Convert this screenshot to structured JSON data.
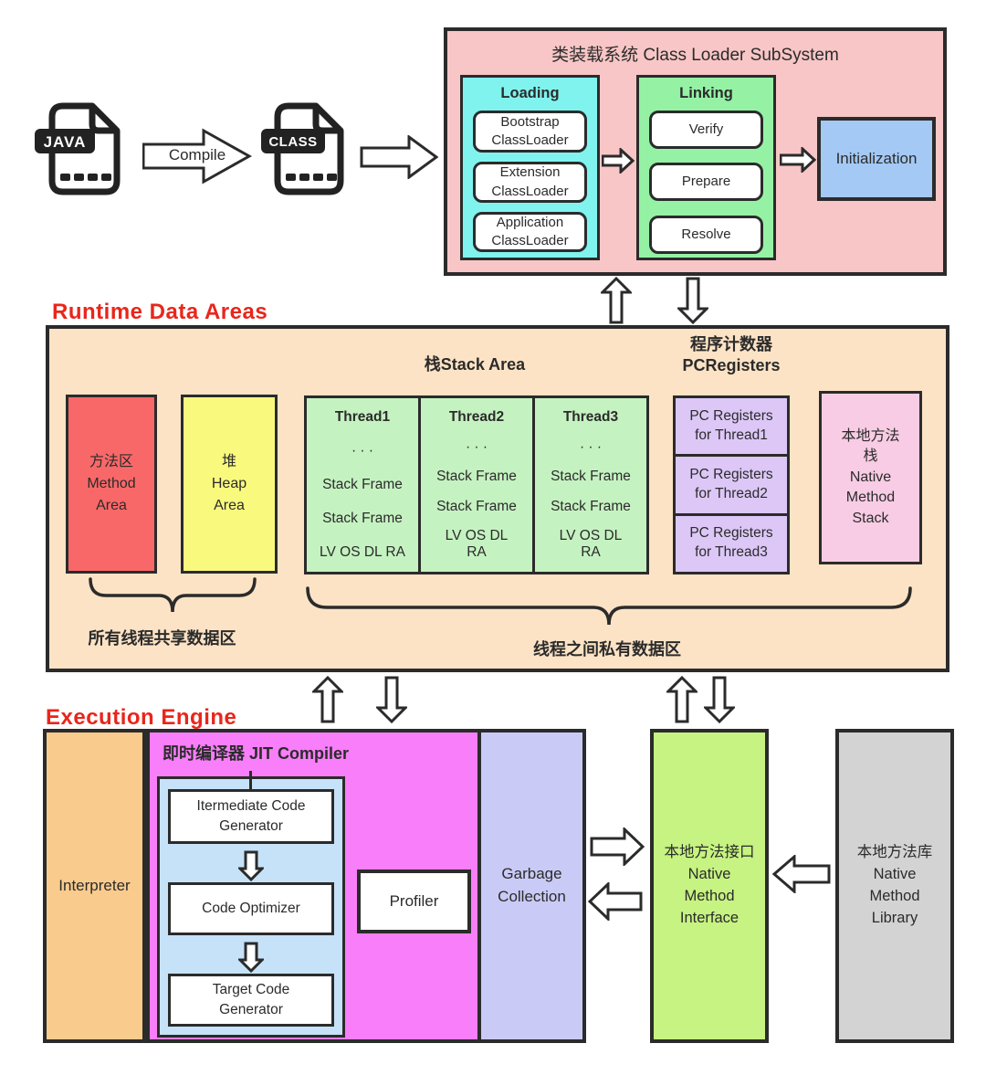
{
  "colors": {
    "border": "#2b2b2b",
    "heading_red": "#e9261b",
    "class_loader_bg": "#f8c6c6",
    "loading_bg": "#80f3ef",
    "linking_bg": "#95f2a5",
    "initialization_bg": "#a4c9f4",
    "runtime_bg": "#fce3c5",
    "method_area_bg": "#f96868",
    "heap_area_bg": "#f9f97e",
    "thread_bg": "#c5f2c1",
    "pc_registers_bg": "#dcc7f7",
    "native_stack_bg": "#f8cce4",
    "interpreter_bg": "#f9cb8d",
    "jit_bg": "#f97ef9",
    "jit_inner_bg": "#c6e2f8",
    "garbage_bg": "#cacaf6",
    "native_interface_bg": "#c6f381",
    "native_library_bg": "#d3d3d3"
  },
  "pipeline": {
    "java_badge": "JAVA",
    "class_badge": "CLASS",
    "compile_label": "Compile"
  },
  "class_loader": {
    "title": "类装载系统 Class Loader SubSystem",
    "loading_title": "Loading",
    "loading_items": [
      "Bootstrap\nClassLoader",
      "Extension\nClassLoader",
      "Application\nClassLoader"
    ],
    "linking_title": "Linking",
    "linking_items": [
      "Verify",
      "Prepare",
      "Resolve"
    ],
    "initialization_label": "Initialization"
  },
  "runtime": {
    "title": "Runtime Data Areas",
    "stack_area_label": "栈Stack Area",
    "pc_registers_title": "程序计数器\nPCRegisters",
    "method_area": "方法区\nMethod\nArea",
    "heap_area": "堆\nHeap\nArea",
    "threads": [
      {
        "name": "Thread1",
        "dots": "· · ·",
        "frame_a": "Stack Frame",
        "frame_b": "Stack Frame",
        "registers": "LV OS DL RA"
      },
      {
        "name": "Thread2",
        "dots": "· · ·",
        "frame_a": "Stack Frame",
        "frame_b": "Stack Frame",
        "registers": "LV OS DL RA"
      },
      {
        "name": "Thread3",
        "dots": "· · ·",
        "frame_a": "Stack Frame",
        "frame_b": "Stack Frame",
        "registers": "LV OS DL RA"
      }
    ],
    "pc_registers": [
      "PC Registers\nfor Thread1",
      "PC Registers\nfor Thread2",
      "PC Registers\nfor Thread3"
    ],
    "native_method_stack": "本地方法\n栈\nNative\nMethod\nStack",
    "shared_label": "所有线程共享数据区",
    "private_label": "线程之间私有数据区"
  },
  "execution": {
    "title": "Execution Engine",
    "interpreter_label": "Interpreter",
    "jit_title": "即时编译器 JIT Compiler",
    "jit_steps": [
      "Itermediate Code\nGenerator",
      "Code Optimizer",
      "Target Code\nGenerator"
    ],
    "profiler_label": "Profiler",
    "garbage_collection": "Garbage\nCollection",
    "native_method_interface": "本地方法接口\nNative\nMethod\nInterface",
    "native_method_library": "本地方法库\nNative\nMethod\nLibrary"
  }
}
